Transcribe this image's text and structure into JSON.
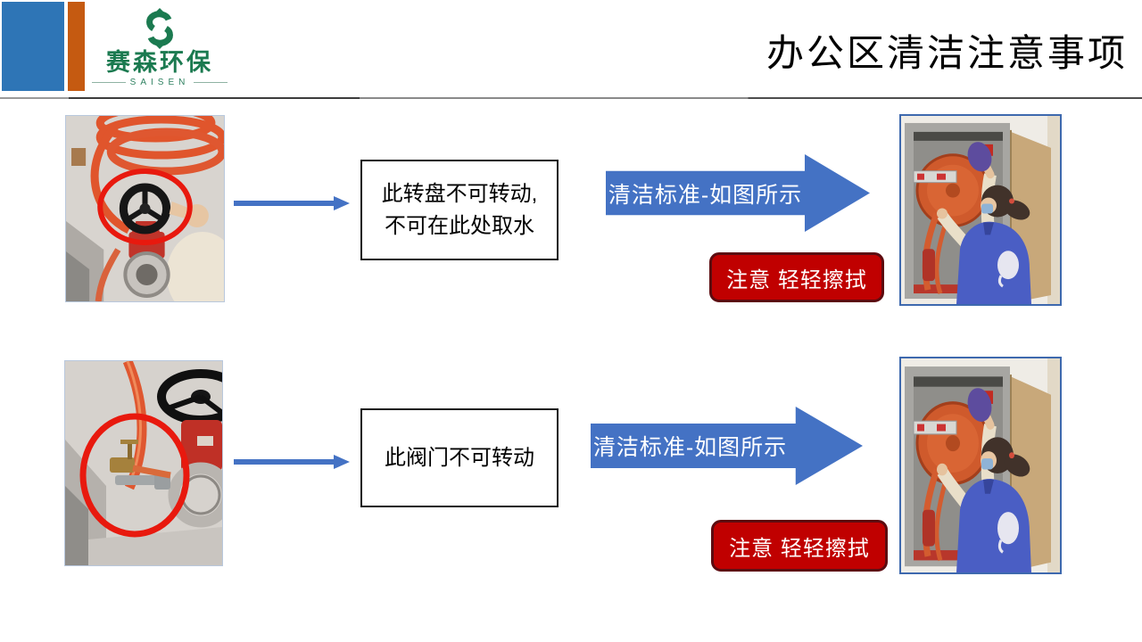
{
  "header": {
    "title": "办公区清洁注意事项",
    "logo": {
      "name": "赛森环保",
      "latin": "SAISEN"
    }
  },
  "rows": [
    {
      "note_lines": [
        "此转盘不可转动,",
        "不可在此处取水"
      ],
      "arrow_label": "清洁标准-如图所示",
      "warning": "注意 轻轻擦拭"
    },
    {
      "note_lines": [
        "此阀门不可转动"
      ],
      "arrow_label": "清洁标准-如图所示",
      "warning": "注意 轻轻擦拭"
    }
  ],
  "icons": {
    "connector_arrow": "right-line-arrow",
    "standard_arrow": "right-block-arrow",
    "logo_mark": "saisen-diamond-s"
  },
  "colors": {
    "bar_blue": "#2E75B6",
    "bar_orange": "#C55A11",
    "arrow_blue": "#4472C4",
    "warning_red": "#C00000",
    "warning_border": "#5C0B10",
    "logo_green": "#1B7A50",
    "annotation_red": "#E8190E"
  }
}
